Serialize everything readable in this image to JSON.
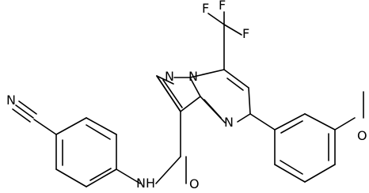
{
  "structure": {
    "atoms": {
      "N_nitrile": "N",
      "F_top_left": "F",
      "F_top_center": "F",
      "F_top_right": "F",
      "N_pyrazole_top": "N",
      "N_bridgehead": "N",
      "N_pyrimidine": "N",
      "O_methoxy": "O",
      "O_amide": "O",
      "NH_amide": "N",
      "H_amide": "H"
    },
    "colors": {
      "bond": "#000000",
      "label": "#000000",
      "background": "#ffffff"
    }
  }
}
